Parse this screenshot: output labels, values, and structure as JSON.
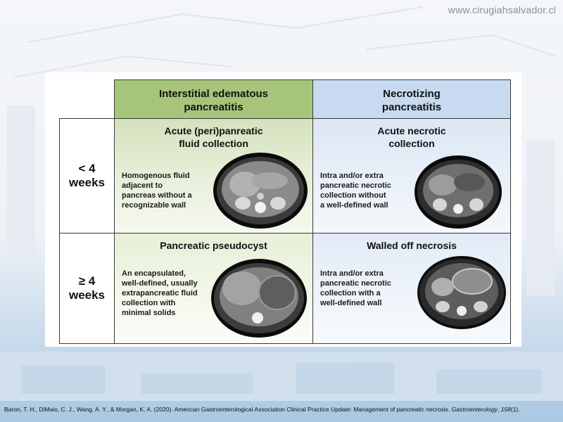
{
  "site": {
    "url": "www.cirugiahsalvador.cl"
  },
  "table": {
    "columns": [
      {
        "header": "Interstitial edematous\npancreatitis"
      },
      {
        "header": "Necrotizing\npancreatitis"
      }
    ],
    "rows": [
      {
        "label": "< 4\nweeks",
        "cells": [
          {
            "title": "Acute (peri)panreatic\nfluid collection",
            "description": "Homogenous fluid\nadjacent to\npancreas without a\nrecognizable wall"
          },
          {
            "title": "Acute necrotic\ncollection",
            "description": "Intra and/or extra\npancreatic necrotic\ncollection without\na well-defined wall"
          }
        ]
      },
      {
        "label": "≥ 4\nweeks",
        "cells": [
          {
            "title": "Pancreatic pseudocyst",
            "description": "An encapsulated,\nwell-defined, usually\nextrapancreatic fluid\ncollection with\nminimal solids"
          },
          {
            "title": "Walled off necrosis",
            "description": "Intra and/or extra\npancreatic necrotic\ncollection with a\nwell-defined wall"
          }
        ]
      }
    ]
  },
  "citation": {
    "text": "Baron, T. H., DiMaio, C. J., Wang, A. Y., & Morgan, K. A. (2020). American Gastroenterological Association Clinical Practice Update: Management of pancreatic necrosis.",
    "journal": "Gastroenterology",
    "volume": "158",
    "issue": "(1)."
  }
}
